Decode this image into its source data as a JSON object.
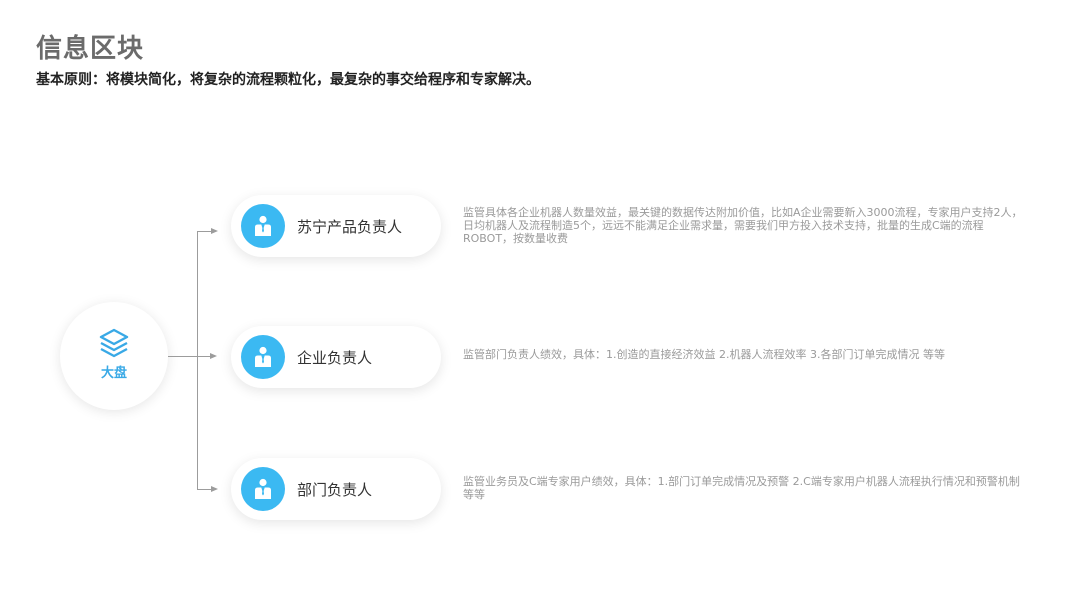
{
  "header": {
    "title": "信息区块",
    "subtitle": "基本原则：将模块简化，将复杂的流程颗粒化，最复杂的事交给程序和专家解决。"
  },
  "root": {
    "label": "大盘",
    "icon": "layers-icon",
    "color": "#39a9e6"
  },
  "roles": [
    {
      "label": "苏宁产品负责人",
      "icon": "user-tie-icon",
      "description": "监管具体各企业机器人数量效益，最关键的数据传达附加价值，比如A企业需要新入3000流程，专家用户支持2人，日均机器人及流程制造5个，远远不能满足企业需求量，需要我们甲方投入技术支持，批量的生成C端的流程ROBOT，按数量收费"
    },
    {
      "label": "企业负责人",
      "icon": "user-tie-icon",
      "description": "监管部门负责人绩效，具体：1.创造的直接经济效益   2.机器人流程效率  3.各部门订单完成情况 等等"
    },
    {
      "label": "部门负责人",
      "icon": "user-tie-icon",
      "description": "监管业务员及C端专家用户绩效，具体：1.部门订单完成情况及预警  2.C端专家用户机器人流程执行情况和预警机制等等"
    }
  ],
  "colors": {
    "accent": "#3bb9f2",
    "connector": "#9c9c9c",
    "title": "#6b6b6b",
    "description": "#9a9a9a"
  }
}
